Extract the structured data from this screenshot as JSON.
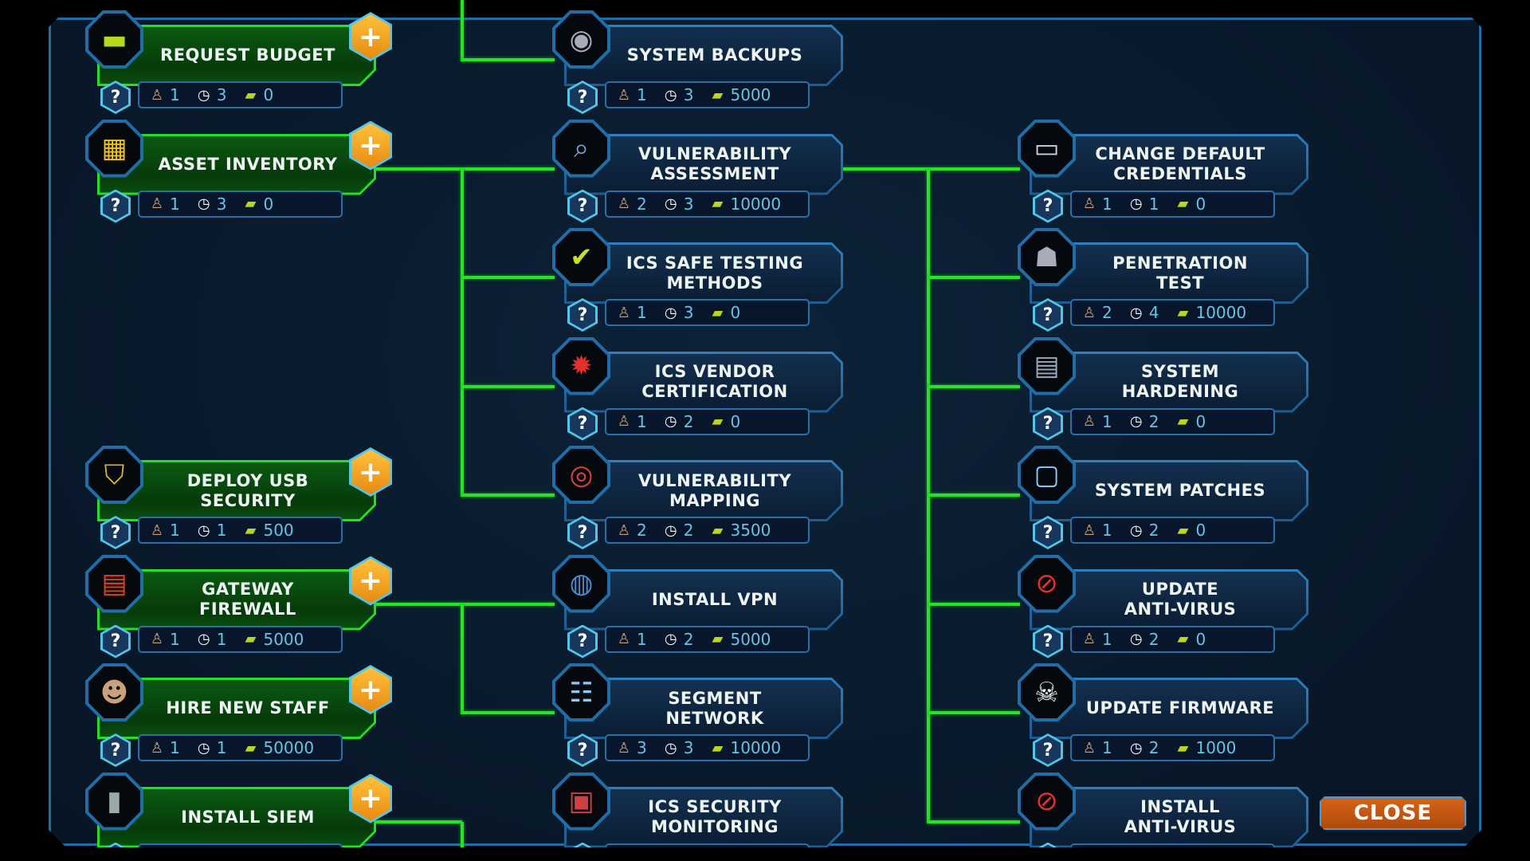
{
  "columns": [
    [
      {
        "row": 0,
        "title": [
          "REQUEST BUDGET"
        ],
        "people": "1",
        "time": "3",
        "cost": "0",
        "icon": "money-icon",
        "plus": true,
        "green": true
      },
      {
        "row": 1,
        "title": [
          "ASSET INVENTORY"
        ],
        "people": "1",
        "time": "3",
        "cost": "0",
        "icon": "laptop-icon",
        "plus": true,
        "green": true
      },
      {
        "row": 4,
        "title": [
          "DEPLOY USB",
          "SECURITY"
        ],
        "people": "1",
        "time": "1",
        "cost": "500",
        "icon": "usb-shield-icon",
        "plus": true,
        "green": true
      },
      {
        "row": 5,
        "title": [
          "GATEWAY",
          "FIREWALL"
        ],
        "people": "1",
        "time": "1",
        "cost": "5000",
        "icon": "firewall-icon",
        "plus": true,
        "green": true
      },
      {
        "row": 6,
        "title": [
          "HIRE NEW STAFF"
        ],
        "people": "1",
        "time": "1",
        "cost": "50000",
        "icon": "staff-icon",
        "plus": true,
        "green": true
      },
      {
        "row": 7,
        "title": [
          "INSTALL SIEM"
        ],
        "people": "",
        "time": "",
        "cost": "",
        "icon": "siem-server-icon",
        "plus": true,
        "green": true
      }
    ],
    [
      {
        "row": 0,
        "title": [
          "SYSTEM BACKUPS"
        ],
        "people": "1",
        "time": "3",
        "cost": "5000",
        "icon": "hard-drive-icon",
        "plus": false,
        "green": false
      },
      {
        "row": 1,
        "title": [
          "VULNERABILITY",
          "ASSESSMENT"
        ],
        "people": "2",
        "time": "3",
        "cost": "10000",
        "icon": "magnifier-icon",
        "plus": false,
        "green": false
      },
      {
        "row": 2,
        "title": [
          "ICS SAFE TESTING",
          "METHODS"
        ],
        "people": "1",
        "time": "3",
        "cost": "0",
        "icon": "thumbs-up-icon",
        "plus": false,
        "green": false
      },
      {
        "row": 3,
        "title": [
          "ICS VENDOR",
          "CERTIFICATION"
        ],
        "people": "1",
        "time": "2",
        "cost": "0",
        "icon": "gear-check-icon",
        "plus": false,
        "green": false
      },
      {
        "row": 4,
        "title": [
          "VULNERABILITY",
          "MAPPING"
        ],
        "people": "2",
        "time": "2",
        "cost": "3500",
        "icon": "target-icon",
        "plus": false,
        "green": false
      },
      {
        "row": 5,
        "title": [
          "INSTALL VPN"
        ],
        "people": "1",
        "time": "2",
        "cost": "5000",
        "icon": "globe-shield-icon",
        "plus": false,
        "green": false
      },
      {
        "row": 6,
        "title": [
          "SEGMENT",
          "NETWORK"
        ],
        "people": "3",
        "time": "3",
        "cost": "10000",
        "icon": "network-icon",
        "plus": false,
        "green": false
      },
      {
        "row": 7,
        "title": [
          "ICS SECURITY",
          "MONITORING"
        ],
        "people": "",
        "time": "",
        "cost": "",
        "icon": "monitoring-icon",
        "plus": false,
        "green": false
      }
    ],
    [
      {
        "row": 1,
        "title": [
          "CHANGE DEFAULT",
          "CREDENTIALS"
        ],
        "people": "1",
        "time": "1",
        "cost": "0",
        "icon": "login-icon",
        "plus": false,
        "green": false
      },
      {
        "row": 2,
        "title": [
          "PENETRATION",
          "TEST"
        ],
        "people": "2",
        "time": "4",
        "cost": "10000",
        "icon": "hacker-icon",
        "plus": false,
        "green": false
      },
      {
        "row": 3,
        "title": [
          "SYSTEM",
          "HARDENING"
        ],
        "people": "1",
        "time": "2",
        "cost": "0",
        "icon": "server-lock-icon",
        "plus": false,
        "green": false
      },
      {
        "row": 4,
        "title": [
          "SYSTEM PATCHES"
        ],
        "people": "1",
        "time": "2",
        "cost": "0",
        "icon": "error-monitor-icon",
        "plus": false,
        "green": false
      },
      {
        "row": 5,
        "title": [
          "UPDATE",
          "ANTI-VIRUS"
        ],
        "people": "1",
        "time": "2",
        "cost": "0",
        "icon": "no-bug-icon",
        "plus": false,
        "green": false
      },
      {
        "row": 6,
        "title": [
          "UPDATE FIRMWARE"
        ],
        "people": "1",
        "time": "2",
        "cost": "1000",
        "icon": "chip-skull-icon",
        "plus": false,
        "green": false
      },
      {
        "row": 7,
        "title": [
          "INSTALL",
          "ANTI-VIRUS"
        ],
        "people": "",
        "time": "",
        "cost": "",
        "icon": "no-bug-icon",
        "plus": false,
        "green": false
      }
    ]
  ],
  "help_label": "?",
  "plus_label": "+",
  "close_label": "CLOSE",
  "colors": {
    "connector": "#21e621",
    "frame": "#1d6fa8",
    "close": "#c85a12"
  }
}
